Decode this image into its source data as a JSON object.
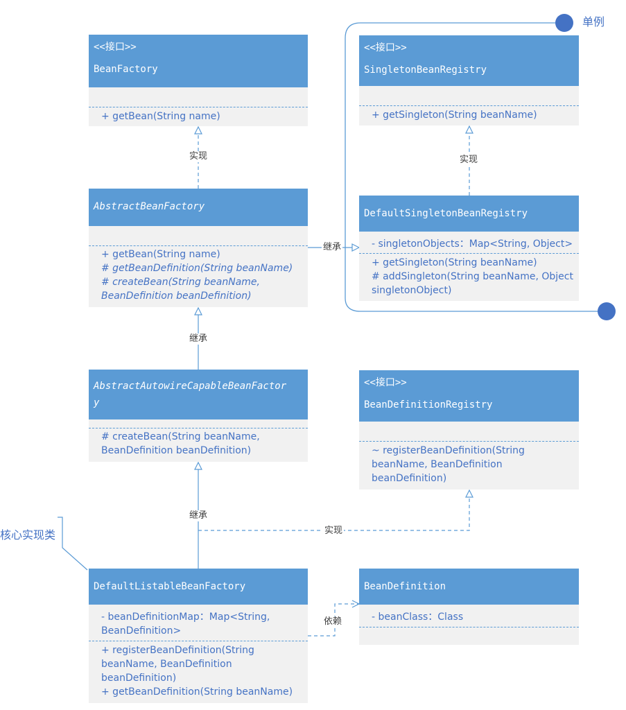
{
  "diagram": {
    "bean_factory": {
      "stereotype": "<<接口>>",
      "name": "BeanFactory",
      "methods": [
        "+ getBean(String name)"
      ]
    },
    "abstract_bean_factory": {
      "name": "AbstractBeanFactory",
      "methods": [
        "+ getBean(String name)",
        "# getBeanDefinition(String beanName)",
        "# createBean(String beanName,",
        "BeanDefinition beanDefinition)"
      ]
    },
    "abstract_autowire": {
      "name_line1": "AbstractAutowireCapableBeanFactor",
      "name_line2": "y",
      "methods": [
        "# createBean(String beanName,",
        "BeanDefinition beanDefinition)"
      ]
    },
    "default_listable": {
      "name": "DefaultListableBeanFactory",
      "attributes": [
        "- beanDefinitionMap：Map<String,",
        "BeanDefinition>"
      ],
      "methods": [
        "+ registerBeanDefinition(String",
        "beanName, BeanDefinition",
        "beanDefinition)",
        "+ getBeanDefinition(String beanName)"
      ]
    },
    "singleton_registry": {
      "stereotype": "<<接口>>",
      "name": "SingletonBeanRegistry",
      "methods": [
        "+ getSingleton(String beanName)"
      ]
    },
    "default_singleton": {
      "name": "DefaultSingletonBeanRegistry",
      "attributes": [
        "- singletonObjects：Map<String, Object>"
      ],
      "methods": [
        "+ getSingleton(String beanName)",
        "# addSingleton(String beanName, Object",
        "singletonObject)"
      ]
    },
    "bean_def_registry": {
      "stereotype": "<<接口>>",
      "name": "BeanDefinitionRegistry",
      "methods": [
        "~ registerBeanDefinition(String",
        "beanName, BeanDefinition",
        "beanDefinition)"
      ]
    },
    "bean_definition": {
      "name": "BeanDefinition",
      "attributes": [
        "- beanClass：Class"
      ]
    },
    "labels": {
      "implements": "实现",
      "extends": "继承",
      "depends": "依赖",
      "singleton": "单例",
      "core_impl": "核心实现类"
    },
    "colors": {
      "header": "#5b9bd5",
      "body": "#f1f1f1",
      "text": "#4472c4",
      "dot": "#4472c4"
    }
  }
}
